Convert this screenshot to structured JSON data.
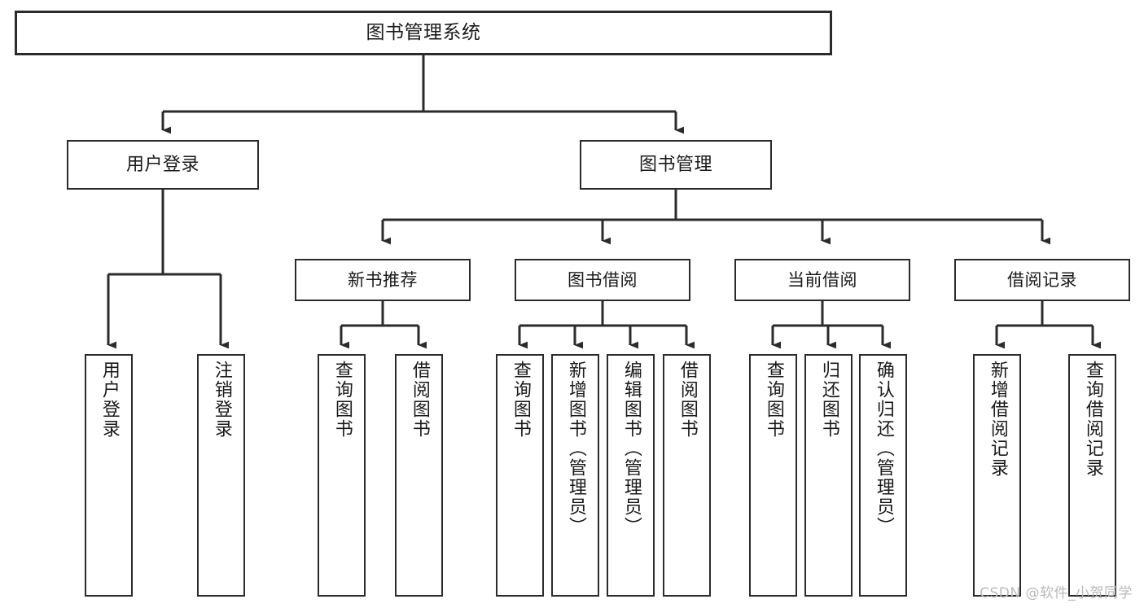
{
  "diagram": {
    "title": "图书管理系统",
    "type": "tree",
    "watermark": "CSDN @软件_小贺同学",
    "colors": {
      "box_border": "#2b2b2b",
      "box_fill": "#ffffff",
      "connector": "#2b2b2b",
      "background": "#ffffff",
      "watermark": "#b9b9b9"
    },
    "nodes": {
      "root": {
        "label": "图书管理系统"
      },
      "level2": [
        {
          "id": "user-login",
          "label": "用户登录"
        },
        {
          "id": "book-manage",
          "label": "图书管理"
        }
      ],
      "level3": [
        {
          "id": "new-book-recommend",
          "label": "新书推荐",
          "parent": "book-manage"
        },
        {
          "id": "book-borrow",
          "label": "图书借阅",
          "parent": "book-manage"
        },
        {
          "id": "current-borrow",
          "label": "当前借阅",
          "parent": "book-manage"
        },
        {
          "id": "borrow-record",
          "label": "借阅记录",
          "parent": "book-manage"
        }
      ],
      "leaves": [
        {
          "id": "leaf-user-login",
          "label": "用户登录",
          "parent": "user-login"
        },
        {
          "id": "leaf-logout",
          "label": "注销登录",
          "parent": "user-login"
        },
        {
          "id": "leaf-query-book-1",
          "label": "查询图书",
          "parent": "new-book-recommend"
        },
        {
          "id": "leaf-borrow-book-1",
          "label": "借阅图书",
          "parent": "new-book-recommend"
        },
        {
          "id": "leaf-query-book-2",
          "label": "查询图书",
          "parent": "book-borrow"
        },
        {
          "id": "leaf-add-book",
          "label": "新增图书（管理员）",
          "parent": "book-borrow"
        },
        {
          "id": "leaf-edit-book",
          "label": "编辑图书（管理员）",
          "parent": "book-borrow"
        },
        {
          "id": "leaf-borrow-book-2",
          "label": "借阅图书",
          "parent": "book-borrow"
        },
        {
          "id": "leaf-query-book-3",
          "label": "查询图书",
          "parent": "current-borrow"
        },
        {
          "id": "leaf-return-book",
          "label": "归还图书",
          "parent": "current-borrow"
        },
        {
          "id": "leaf-confirm-return",
          "label": "确认归还（管理员）",
          "parent": "current-borrow"
        },
        {
          "id": "leaf-add-record",
          "label": "新增借阅记录",
          "parent": "borrow-record"
        },
        {
          "id": "leaf-query-record",
          "label": "查询借阅记录",
          "parent": "borrow-record"
        }
      ]
    }
  }
}
